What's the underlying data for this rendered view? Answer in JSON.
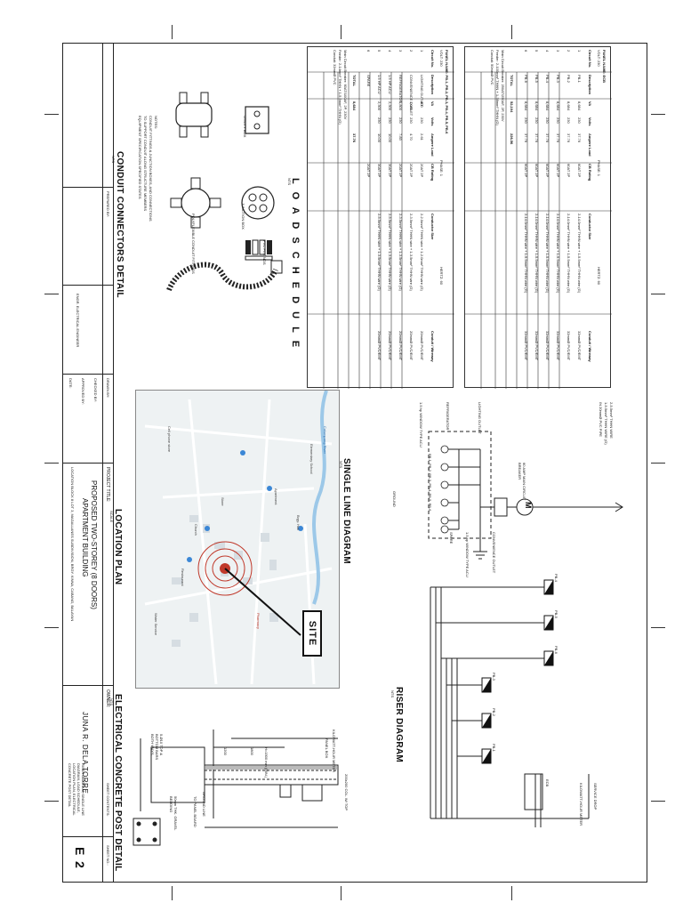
{
  "sheet": {
    "number": "2",
    "letter": "E",
    "sheet_no_label": "SHEET NO.:",
    "sheet_contents_label": "SHEET CONTENTS:",
    "project_title_label": "PROJECT TITLE:",
    "project_title_1": "PROPOSED TWO-STOREY (8 DOORS)",
    "project_title_2": "APARTMENT BUILDING",
    "project_location": "LOCATION BLOCK 8 LOT 3, MAGALLANES SUBDIVISION, BRGY. KINNA, CABANG, BALAYAN",
    "owner_label": "OWNER:",
    "owner_name": "JUNA R. DELA TORRE",
    "contents_text": "RISER DIAGRAM, SINGLE LINE DIAGRAM, LOAD SCHEDULE, LOCATION PLAN, ELECTRICAL CONCRETE POST DETAIL",
    "prepared_label": "PREPARED BY:",
    "signed_label": "ENGR. ELECTRICAL ENGINEER",
    "drawn_label": "DRAWN BY:",
    "checked_label": "CHECKED BY:",
    "approved_label": "APPROVED BY:",
    "date_label": "DATE:",
    "scale_label": "SCALE:"
  },
  "titles": {
    "conduit": "CONDUIT CONNECTORS DETAIL",
    "load_schedule": "L O A D   S C H E D U L E",
    "location_plan": "LOCATION PLAN",
    "single_line": "SINGLE LINE DIAGRAM",
    "riser": "RISER DIAGRAM",
    "concrete_post": "ELECTRICAL CONCRETE POST DETAIL",
    "nts": "NTS",
    "scale_nts": "SCALE"
  },
  "conduit_detail": {
    "utility_box": "UTILITY BOX",
    "junction_box": "JUNCTION BOX",
    "flexible_conduit": "POLYFLEXIBLE CONDUIT FITTINGS",
    "pvc_fittings": "PVC FITTINGS",
    "notes_label": "NOTES:",
    "note_1": "CONDUIT FITTINGS & JUNCTION BOXES, AND CONNECTIONS",
    "note_2": "TO SUPPORT CONDUIT ALONG STRUCTURE MEMBERS",
    "note_3": "EQUIPMENT SPECIFICATION SPECIFIED STATES"
  },
  "panel_table_1": {
    "panel_name_label": "PANEL NAME:",
    "panel_name": "PB-1, PB-2, PB-3, PB-4, PB-5, PB-6",
    "volt_label": "VOLT:",
    "volt": "230",
    "phase_label": "PHASE:",
    "phase": "1",
    "hertz_label": "HERTZ:",
    "hertz": "60",
    "headers": [
      "Circuit No.",
      "Description",
      "VA",
      "Volts",
      "Ampere Load",
      "CB Rating",
      "Conductor Size",
      "Conduit / Wireway"
    ],
    "rows": [
      [
        "1",
        "LIGHTING OUTLET",
        "600",
        "230",
        "2.61",
        "20AT 2P",
        "2-2.0mm² THHN wire + 1-2.0mm² THHN wire (G)",
        "20mmØ PVC/EMT"
      ],
      [
        "2",
        "CONVENIENCE OUTLET",
        "1,080",
        "230",
        "4.70",
        "20AT 2P",
        "2-3.5mm² THHN wire + 1-3.5mm² THHN wire (G)",
        "20mmØ PVC/EMT"
      ],
      [
        "3",
        "REFRIGERATOR",
        "1,800",
        "230",
        "7.83",
        "20AT 2P",
        "2-3.5mm² THHN wire + 1-3.5mm² THHN wire (G)",
        "20mmØ PVC/EMT"
      ],
      [
        "4",
        "1.5 HP ACU",
        "2,300",
        "230",
        "10.00",
        "30AT 2P",
        "2-5.5mm² THHN wire + 1-3.5mm² THHN wire (G)",
        "20mmØ PVC/EMT"
      ],
      [
        "5",
        "1.5 HP ACU",
        "2,300",
        "230",
        "10.00",
        "30AT 2P",
        "2-5.5mm² THHN wire + 1-3.5mm² THHN wire (G)",
        "20mmØ PVC/EMT"
      ],
      [
        "6",
        "SPARE",
        "",
        "",
        "",
        "20AT 2P",
        "",
        ""
      ]
    ],
    "total_label": "TOTAL",
    "total_va": "8,684",
    "total_amp": "37.76",
    "main_label": "Main Circuit Breaker:",
    "main_value": "60AT/100AF, 2P, 230V",
    "feeder_label": "Feeder:",
    "feeder_value": "2-14mm² THHN + 1-5.5mm² THHN (G)",
    "conduit_label": "Conduit:",
    "conduit_value": "32mmØ PVC"
  },
  "panel_table_2": {
    "panel_name_label": "PANEL NAME:",
    "panel_name": "ECB",
    "volt_label": "VOLT:",
    "volt": "230",
    "phase_label": "PHASE:",
    "phase": "1",
    "hertz_label": "HERTZ:",
    "hertz": "60",
    "headers": [
      "Circuit No.",
      "Description",
      "VA",
      "Volts",
      "Ampere Load",
      "CB Rating",
      "Conductor Size",
      "Conduit / Wireway"
    ],
    "rows": [
      [
        "1",
        "PB-1",
        "8,684",
        "230",
        "37.76",
        "60AT 2P",
        "2-14.0mm² THHN wire + 1-5.5mm² THHN wire (G)",
        "32mmØ PVC/EMT"
      ],
      [
        "2",
        "PB-2",
        "8,684",
        "230",
        "37.76",
        "60AT 2P",
        "2-14.0mm² THHN wire + 1-5.5mm² THHN wire (G)",
        "32mmØ PVC/EMT"
      ],
      [
        "3",
        "PB-3",
        "8,684",
        "230",
        "37.76",
        "60AT 2P",
        "2-14.0mm² THHN wire + 1-5.5mm² THHN wire (G)",
        "32mmØ PVC/EMT"
      ],
      [
        "4",
        "PB-4",
        "8,684",
        "230",
        "37.76",
        "60AT 2P",
        "2-14.0mm² THHN wire + 1-5.5mm² THHN wire (G)",
        "32mmØ PVC/EMT"
      ],
      [
        "5",
        "PB-5",
        "8,684",
        "230",
        "37.76",
        "60AT 2P",
        "2-14.0mm² THHN wire + 1-5.5mm² THHN wire (G)",
        "32mmØ PVC/EMT"
      ],
      [
        "6",
        "PB-6",
        "8,684",
        "230",
        "37.76",
        "60AT 2P",
        "2-14.0mm² THHN wire + 1-5.5mm² THHN wire (G)",
        "32mmØ PVC/EMT"
      ]
    ],
    "total_label": "TOTAL",
    "total_va": "52,104",
    "total_amp": "226.56",
    "main_label": "Main Circuit Breaker:",
    "main_value": "250AT/250AF, 2P, 230V",
    "feeder_label": "Feeder:",
    "feeder_value": "2-100mm² THHN + 1-38mm² THHN (G)",
    "conduit_label": "Conduit:",
    "conduit_value": "50mmØ PVC"
  },
  "single_line": {
    "service": "2-5.5mm² THHN WIRE",
    "service_2": "1-5.5mm² THHN WIRE (G)",
    "service_3": "IN 20mmØ PVC PIPE",
    "main_bkr": "60 AMP MAIN CIRCUIT BREAKER",
    "meter": "M",
    "lighting": "LIGHTING OUTLET",
    "refrigerator": "REFRIGERATOR",
    "acu": "1.5 hp WINDOW TYPE ACU",
    "convenience": "CONVENIENCE OUTLET",
    "acu_2": "1.5 hp WINDOW TYPE ACU",
    "spare": "SPARE",
    "panel_ids": "PB-1, PB-2, PB-3, PB-4, PB-5, PB-6",
    "ground": "GROUND"
  },
  "riser": {
    "pb4": "PB-4",
    "pb5": "PB-5",
    "pb6": "PB-6",
    "pb1": "PB-1",
    "pb2": "PB-2",
    "pb3": "PB-3",
    "label_kwh": "KILOWATT-HOUR METER",
    "label_ecb": "ECB",
    "label_service": "SERVICE DROP"
  },
  "location": {
    "site": "SITE",
    "river": "Calumpang River",
    "school": "Elementary School",
    "store": "Store",
    "pharmacy": "Pharmacy",
    "church": "Church",
    "restaurant": "Restaurant",
    "water": "Water Service",
    "cell": "Cell phone store",
    "apartment": "Apartment",
    "brgy": "Brgy. Hall"
  },
  "concrete_post": {
    "kwh": "KILOWATT-HOUR METER",
    "panel_box": "PANEL BOX",
    "ground_line": "GROUND LINE",
    "to_panel": "TO PANEL BOARD",
    "gravel": "50mm THK. GRAVEL BEDDING",
    "bars": "5-Ø10 TOP & BOTTOM BARS BOTH WAYS",
    "col_top": "200x200 COL. W/ TOP",
    "height": "H=1500 mm (MIN.)",
    "dim_1": "1200",
    "dim_2": "1800"
  }
}
